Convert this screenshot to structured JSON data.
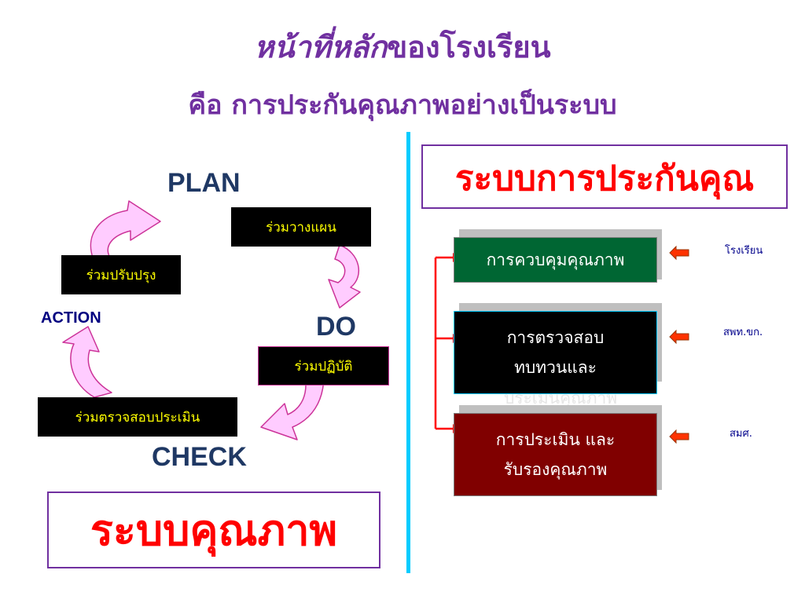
{
  "header": {
    "title_italic": "หน้าที่หลัก",
    "title_rest": "ของโรงเรียน",
    "subtitle": "คือ การประกันคุณภาพอย่างเป็นระบบ"
  },
  "cycle": {
    "plan": "PLAN",
    "do": "DO",
    "check": "CHECK",
    "action": "ACTION",
    "plan_box": "ร่วมวางแผน",
    "do_box": "ร่วมปฏิบัติ",
    "check_box": "ร่วมตรวจสอบประเมิน",
    "action_box": "ร่วมปรับปรุง"
  },
  "quality_system": "ระบบคุณภาพ",
  "qa": {
    "title": "ระบบการประกันคุณภาพ",
    "items": [
      {
        "line1": "การควบคุมคุณภาพ",
        "line2": "",
        "line3": "",
        "org": "โรงเรียน",
        "color": "#006633"
      },
      {
        "line1": "การตรวจสอบ",
        "line2": "ทบทวนและ",
        "line3": "ประเมินคุณภาพ",
        "org": "สพท.ขก.",
        "color": "#000000"
      },
      {
        "line1": "การประเมิน  และ",
        "line2": "รับรองคุณภาพ",
        "line3": "",
        "org": "สมศ.",
        "color": "#800000"
      }
    ]
  },
  "colors": {
    "title": "#7030a0",
    "arrow_fill": "#ffccff",
    "arrow_stroke": "#cc3399",
    "bracket": "#ff0000",
    "divider": "#00ccff"
  }
}
